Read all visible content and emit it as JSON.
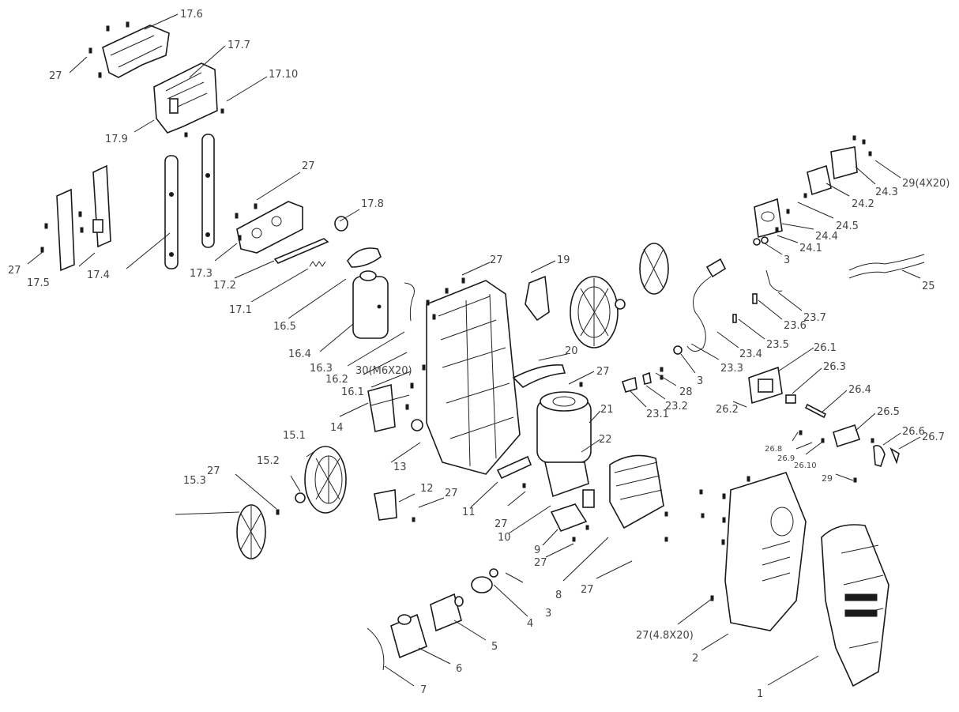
{
  "callouts": [
    {
      "id": "c17_6",
      "text": "17.6"
    },
    {
      "id": "c17_7",
      "text": "17.7"
    },
    {
      "id": "c17_10",
      "text": "17.10"
    },
    {
      "id": "c27_a",
      "text": "27"
    },
    {
      "id": "c17_9",
      "text": "17.9"
    },
    {
      "id": "c27_b",
      "text": "27"
    },
    {
      "id": "c17_8",
      "text": "17.8"
    },
    {
      "id": "c27_c",
      "text": "27"
    },
    {
      "id": "c17_5",
      "text": "17.5"
    },
    {
      "id": "c17_4",
      "text": "17.4"
    },
    {
      "id": "c17_3",
      "text": "17.3"
    },
    {
      "id": "c17_2",
      "text": "17.2"
    },
    {
      "id": "c17_1",
      "text": "17.1"
    },
    {
      "id": "c16_5",
      "text": "16.5"
    },
    {
      "id": "c16_4",
      "text": "16.4"
    },
    {
      "id": "c16_3",
      "text": "16.3"
    },
    {
      "id": "c16_2",
      "text": "16.2"
    },
    {
      "id": "c16_1",
      "text": "16.1"
    },
    {
      "id": "c30",
      "text": "30(M6X20)"
    },
    {
      "id": "c27_d",
      "text": "27"
    },
    {
      "id": "c19",
      "text": "19"
    },
    {
      "id": "c20",
      "text": "20"
    },
    {
      "id": "c27_e",
      "text": "27"
    },
    {
      "id": "c21",
      "text": "21"
    },
    {
      "id": "c22",
      "text": "22"
    },
    {
      "id": "c14",
      "text": "14"
    },
    {
      "id": "c13",
      "text": "13"
    },
    {
      "id": "c12",
      "text": "12"
    },
    {
      "id": "c27_f",
      "text": "27"
    },
    {
      "id": "c11",
      "text": "11"
    },
    {
      "id": "c27_g",
      "text": "27"
    },
    {
      "id": "c10",
      "text": "10"
    },
    {
      "id": "c9",
      "text": "9"
    },
    {
      "id": "c27_h",
      "text": "27"
    },
    {
      "id": "c8",
      "text": "8"
    },
    {
      "id": "c27_i",
      "text": "27"
    },
    {
      "id": "c15_1",
      "text": "15.1"
    },
    {
      "id": "c15_2",
      "text": "15.2"
    },
    {
      "id": "c27_j",
      "text": "27"
    },
    {
      "id": "c15_3",
      "text": "15.3"
    },
    {
      "id": "c3_a",
      "text": "3"
    },
    {
      "id": "c4",
      "text": "4"
    },
    {
      "id": "c5",
      "text": "5"
    },
    {
      "id": "c6",
      "text": "6"
    },
    {
      "id": "c7",
      "text": "7"
    },
    {
      "id": "c29_a",
      "text": "29(4X20)"
    },
    {
      "id": "c24_3",
      "text": "24.3"
    },
    {
      "id": "c24_2",
      "text": "24.2"
    },
    {
      "id": "c24_5",
      "text": "24.5"
    },
    {
      "id": "c24_4",
      "text": "24.4"
    },
    {
      "id": "c24_1",
      "text": "24.1"
    },
    {
      "id": "c3_b",
      "text": "3"
    },
    {
      "id": "c25",
      "text": "25"
    },
    {
      "id": "c23_7",
      "text": "23.7"
    },
    {
      "id": "c23_6",
      "text": "23.6"
    },
    {
      "id": "c23_5",
      "text": "23.5"
    },
    {
      "id": "c23_4",
      "text": "23.4"
    },
    {
      "id": "c23_3",
      "text": "23.3"
    },
    {
      "id": "c3_c",
      "text": "3"
    },
    {
      "id": "c28",
      "text": "28"
    },
    {
      "id": "c23_2",
      "text": "23.2"
    },
    {
      "id": "c23_1",
      "text": "23.1"
    },
    {
      "id": "c26_1",
      "text": "26.1"
    },
    {
      "id": "c26_2",
      "text": "26.2"
    },
    {
      "id": "c26_3",
      "text": "26.3"
    },
    {
      "id": "c26_4",
      "text": "26.4"
    },
    {
      "id": "c26_5",
      "text": "26.5"
    },
    {
      "id": "c26_6",
      "text": "26.6"
    },
    {
      "id": "c26_7",
      "text": "26.7"
    },
    {
      "id": "c26_8",
      "text": "26.8"
    },
    {
      "id": "c26_9",
      "text": "26.9"
    },
    {
      "id": "c26_10",
      "text": "26.10"
    },
    {
      "id": "c29_b",
      "text": "29"
    },
    {
      "id": "c27_k",
      "text": "27(4.8X20)"
    },
    {
      "id": "c2",
      "text": "2"
    },
    {
      "id": "c1",
      "text": "1"
    }
  ]
}
